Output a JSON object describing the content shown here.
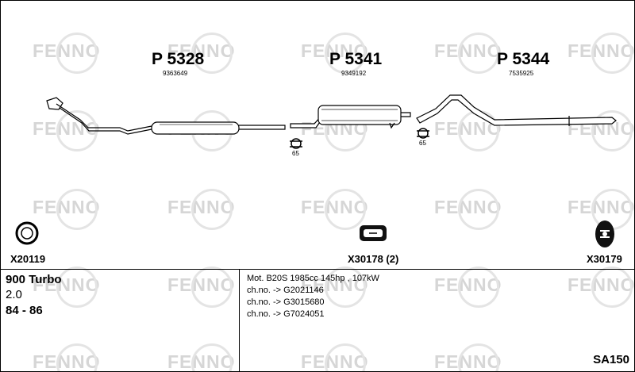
{
  "watermark": {
    "text": "FENNO"
  },
  "parts": [
    {
      "code": "P 5328",
      "oem": "9363649"
    },
    {
      "code": "P 5341",
      "oem": "9349192"
    },
    {
      "code": "P 5344",
      "oem": "7535925"
    }
  ],
  "hanger_refs": [
    "65",
    "65"
  ],
  "fittings": [
    {
      "code": "X20119"
    },
    {
      "code": "X30178 (2)"
    },
    {
      "code": "X30179"
    }
  ],
  "vehicle": {
    "model": "900 Turbo",
    "engine": "2.0",
    "years": "84 - 86"
  },
  "notes": {
    "motor": "Mot. B20S 1985cc 145hp , 107kW",
    "chassis": [
      "ch.no. -> G2021146",
      "ch.no. -> G3015680",
      "ch.no. -> G7024051"
    ]
  },
  "diagram_ref": "SA150"
}
